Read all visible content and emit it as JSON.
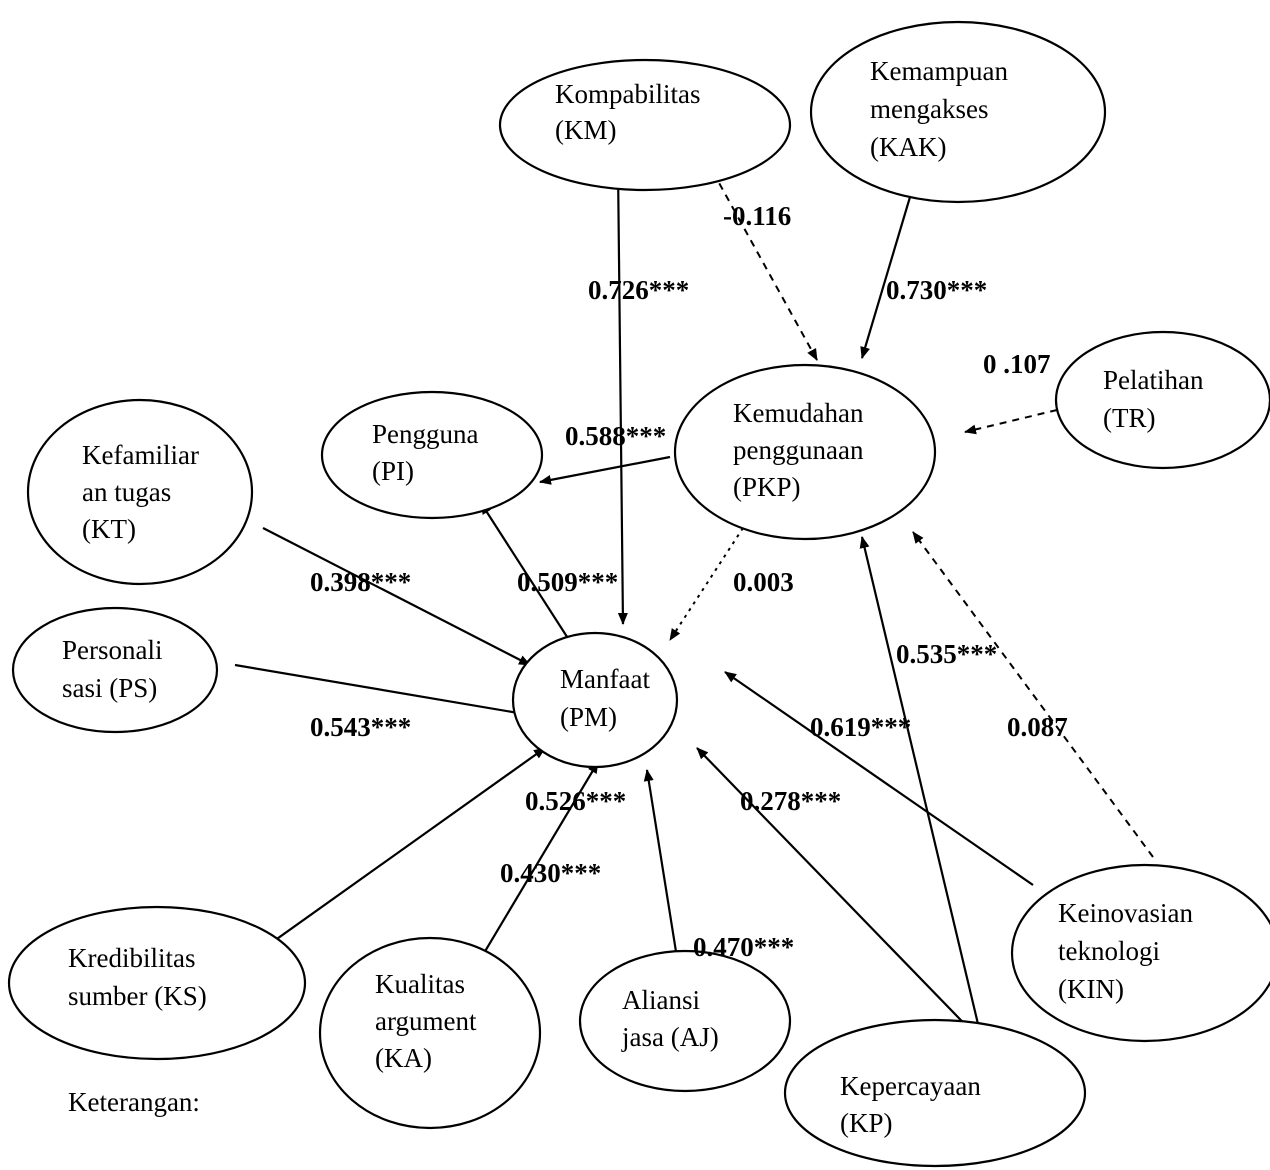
{
  "diagram": {
    "nodes": [
      {
        "id": "KM",
        "lines": [
          "Kompabilitas",
          "(KM)"
        ]
      },
      {
        "id": "KAK",
        "lines": [
          "Kemampuan",
          "mengakses",
          "(KAK)"
        ]
      },
      {
        "id": "TR",
        "lines": [
          "Pelatihan",
          "(TR)"
        ]
      },
      {
        "id": "PKP",
        "lines": [
          "Kemudahan",
          "penggunaan",
          "(PKP)"
        ]
      },
      {
        "id": "PI",
        "lines": [
          "Pengguna",
          "(PI)"
        ]
      },
      {
        "id": "KT",
        "lines": [
          "Kefamiliar",
          "an tugas",
          "(KT)"
        ]
      },
      {
        "id": "PS",
        "lines": [
          "Personali",
          "sasi (PS)"
        ]
      },
      {
        "id": "PM",
        "lines": [
          "Manfaat",
          "(PM)"
        ]
      },
      {
        "id": "KS",
        "lines": [
          "Kredibilitas",
          "sumber (KS)"
        ]
      },
      {
        "id": "KA",
        "lines": [
          "Kualitas",
          "argument",
          "(KA)"
        ]
      },
      {
        "id": "AJ",
        "lines": [
          "Aliansi",
          "jasa (AJ)"
        ]
      },
      {
        "id": "KP",
        "lines": [
          "Kepercayaan",
          "(KP)"
        ]
      },
      {
        "id": "KIN",
        "lines": [
          "Keinovasian",
          "teknologi",
          "(KIN)"
        ]
      }
    ],
    "edges": [
      {
        "from": "KM",
        "to": "PM",
        "coef": "0.726***",
        "style": "solid"
      },
      {
        "from": "KM",
        "to": "PKP",
        "coef": "-0.116",
        "style": "dashed"
      },
      {
        "from": "KAK",
        "to": "PKP",
        "coef": "0.730***",
        "style": "solid"
      },
      {
        "from": "TR",
        "to": "PKP",
        "coef": "0 .107",
        "style": "dashed"
      },
      {
        "from": "PKP",
        "to": "PI",
        "coef": "0.588***",
        "style": "solid"
      },
      {
        "from": "PM",
        "to": "PI",
        "coef": "0.509***",
        "style": "solid"
      },
      {
        "from": "PKP",
        "to": "PM",
        "coef": "0.003",
        "style": "dotted"
      },
      {
        "from": "KT",
        "to": "PM",
        "coef": "0.398***",
        "style": "solid"
      },
      {
        "from": "PS",
        "to": "PM",
        "coef": "0.543***",
        "style": "solid"
      },
      {
        "from": "KS",
        "to": "PM",
        "coef": "0.526***",
        "style": "solid"
      },
      {
        "from": "KA",
        "to": "PM",
        "coef": "0.430***",
        "style": "solid"
      },
      {
        "from": "AJ",
        "to": "PM",
        "coef": "0.470***",
        "style": "solid"
      },
      {
        "from": "KP",
        "to": "PM",
        "coef": "0.278***",
        "style": "solid"
      },
      {
        "from": "KP",
        "to": "PKP",
        "coef": "0.535***",
        "style": "solid"
      },
      {
        "from": "KIN",
        "to": "PM",
        "coef": "0.619***",
        "style": "solid"
      },
      {
        "from": "KIN",
        "to": "PKP",
        "coef": "0.087",
        "style": "dashed"
      }
    ]
  },
  "caption": "Keterangan:"
}
